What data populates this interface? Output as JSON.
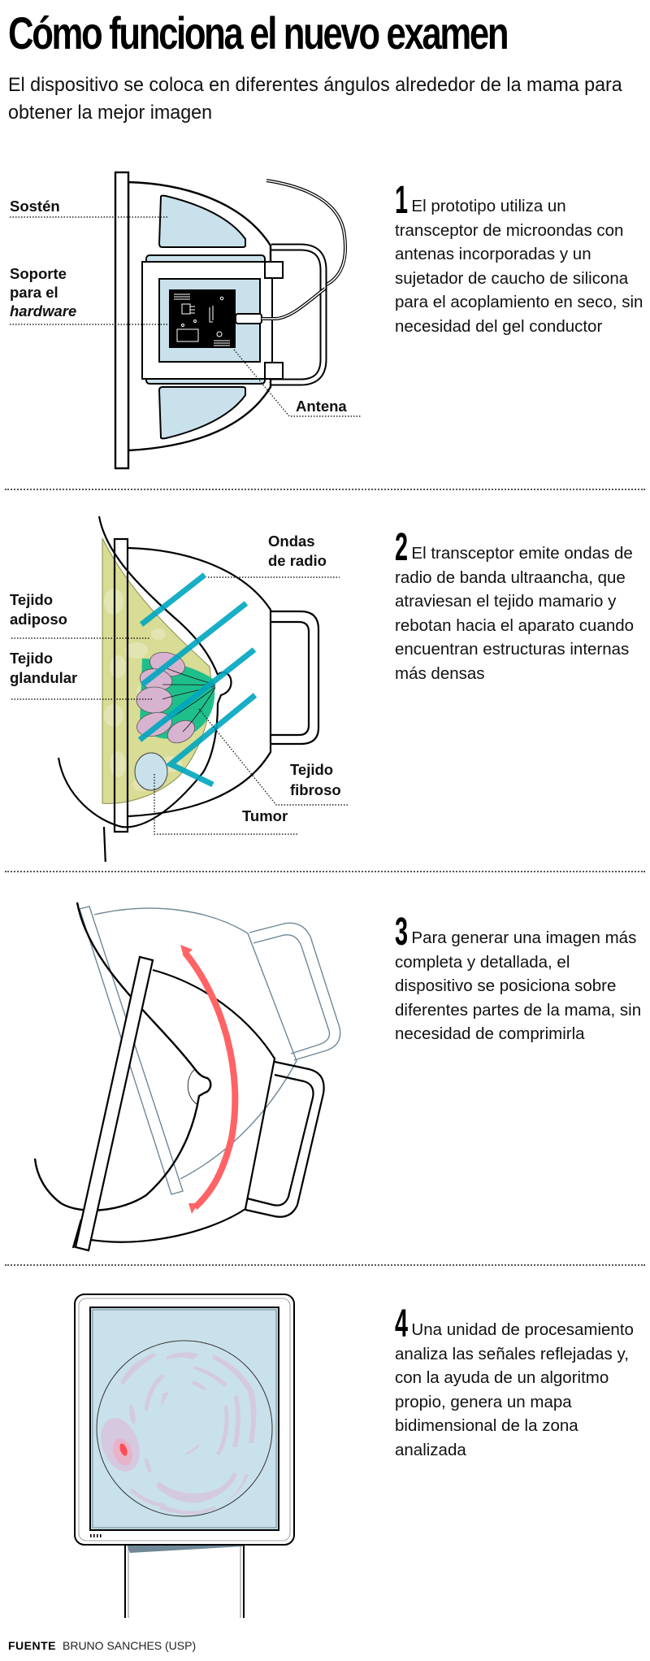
{
  "header": {
    "title": "Cómo funciona el nuevo examen",
    "subtitle": "El dispositivo se coloca en diferentes ángulos alrededor de la mama para obtener la mejor imagen"
  },
  "colors": {
    "light_blue": "#c9e1ea",
    "wave_teal": "#00a6c0",
    "adipose_yellow": "#d8dc94",
    "glandular_green": "#1fbf8c",
    "lobule_pink": "#d7b3cf",
    "motion_arrow_red": "#ff6366",
    "tumor_spot_red": "#ff4d55"
  },
  "steps": [
    {
      "number": "1",
      "text": "El prototipo utiliza un transceptor de microondas con antenas incorporadas y un sujetador de caucho de silicona para el acoplamiento en seco, sin necesidad del gel conductor",
      "labels": {
        "bra": "Sostén",
        "hardware_support_1": "Soporte",
        "hardware_support_2": "para el",
        "hardware_support_3": "hardware",
        "antenna": "Antena"
      }
    },
    {
      "number": "2",
      "text": "El transceptor emite ondas de radio de banda ultraancha, que atraviesan el tejido mamario y rebotan hacia el aparato cuando encuentran estructuras internas más densas",
      "labels": {
        "radio_waves_1": "Ondas",
        "radio_waves_2": "de radio",
        "adipose_1": "Tejido",
        "adipose_2": "adiposo",
        "glandular_1": "Tejido",
        "glandular_2": "glandular",
        "fibrous_1": "Tejido",
        "fibrous_2": "fibroso",
        "tumor": "Tumor"
      }
    },
    {
      "number": "3",
      "text": "Para generar una imagen más completa y detallada, el dispositivo se posiciona sobre diferentes partes de la mama, sin necesidad de comprimirla"
    },
    {
      "number": "4",
      "text": "Una unidad de procesamiento analiza las señales reflejadas y, con la ayuda de un algoritmo propio, genera un mapa bidimensional de la zona analizada"
    }
  ],
  "footer": {
    "source_label": "FUENTE",
    "source_value": "BRUNO SANCHES (USP)"
  }
}
